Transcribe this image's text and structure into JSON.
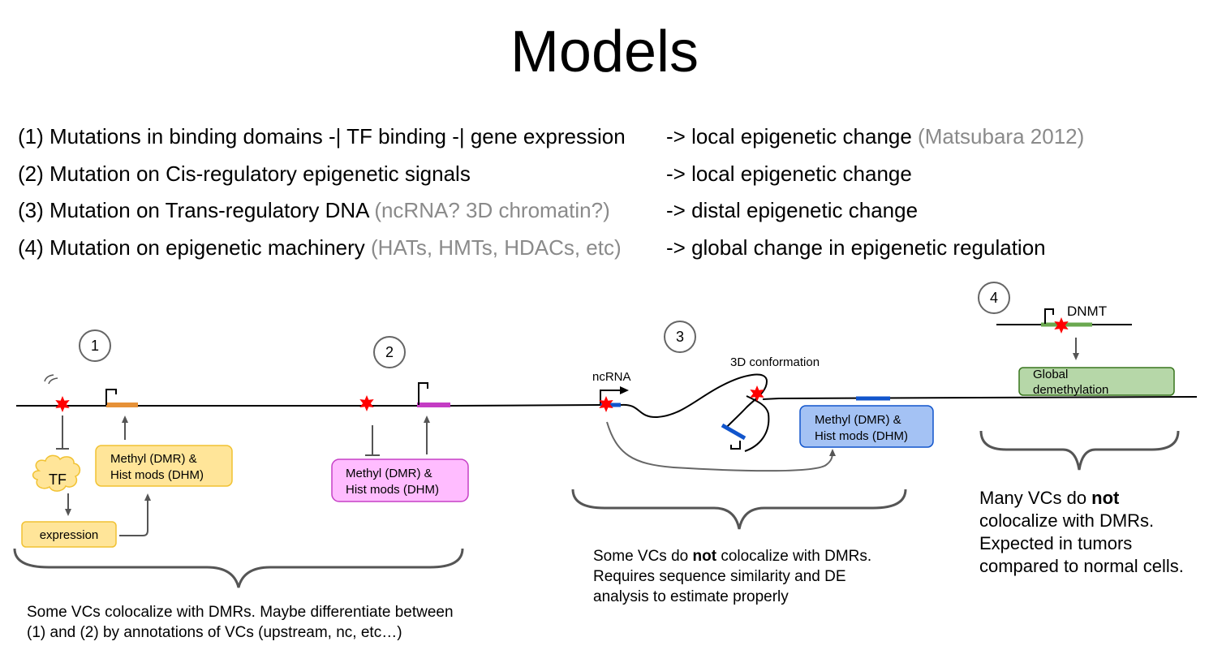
{
  "title": "Models",
  "models": [
    {
      "num": "(1)",
      "main": " Mutations in binding domains -| TF binding -| gene expression",
      "note": "",
      "effect": "-> local epigenetic change",
      "ref": " (Matsubara 2012)"
    },
    {
      "num": "(2)",
      "main": " Mutation on Cis-regulatory epigenetic signals",
      "note": "",
      "effect": "-> local epigenetic change",
      "ref": ""
    },
    {
      "num": "(3)",
      "main": " Mutation on Trans-regulatory DNA ",
      "note": "(ncRNA? 3D chromatin?)",
      "effect": "-> distal epigenetic change",
      "ref": ""
    },
    {
      "num": "(4)",
      "main": " Mutation on epigenetic machinery ",
      "note": "(HATs, HMTs, HDACs, etc)",
      "effect": "-> global change in epigenetic regulation",
      "ref": ""
    }
  ],
  "diagram": {
    "markers": [
      "1",
      "2",
      "3",
      "4"
    ],
    "tf_label": "TF",
    "expression_label": "expression",
    "methyl_line1": "Methyl (DMR) &",
    "methyl_line2": "Hist mods (DHM)",
    "ncrna_label": "ncRNA",
    "conformation_label": "3D conformation",
    "dnmt_label": "DNMT",
    "global_line1": "Global",
    "global_line2": "demethylation"
  },
  "captions": {
    "c12_line1": "Some VCs colocalize with DMRs. Maybe differentiate between",
    "c12_line2": "(1) and (2) by annotations of VCs (upstream, nc, etc…)",
    "c3_line1_a": "Some VCs do ",
    "c3_line1_b": "not",
    "c3_line1_c": " colocalize with DMRs.",
    "c3_line2": "Requires sequence similarity and DE",
    "c3_line3": "analysis to estimate properly",
    "c4_line1_a": "Many VCs do ",
    "c4_line1_b": "not",
    "c4_line2": "colocalize with DMRs.",
    "c4_line3": "Expected in tumors",
    "c4_line4": "compared to normal cells."
  },
  "colors": {
    "yellow_fill": "#ffe599",
    "yellow_stroke": "#f1c232",
    "pink_fill": "#ffbcff",
    "pink_stroke": "#c640c6",
    "blue_fill": "#a4c2f4",
    "blue_stroke": "#1155cc",
    "green_fill": "#b6d7a8",
    "green_stroke": "#38761d",
    "orange_gene": "#e69138",
    "magenta_gene": "#c43cc4",
    "green_gene": "#6aa84f",
    "star_red": "#ff0000",
    "grey_text": "#8a8a8a"
  }
}
